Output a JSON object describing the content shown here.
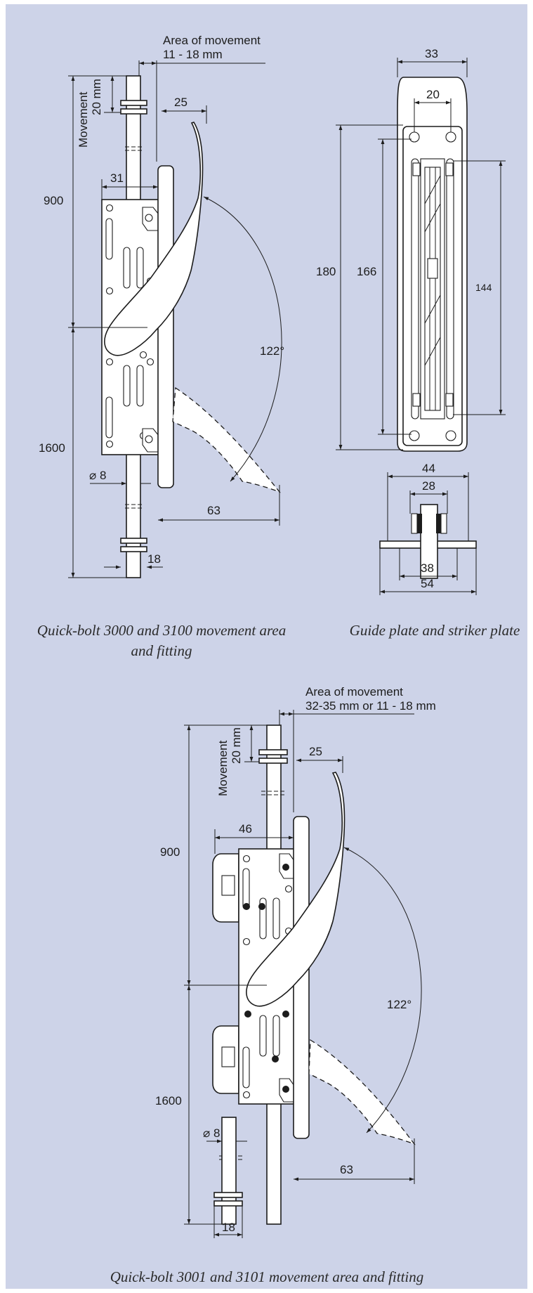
{
  "figure_top": {
    "labels": {
      "area_of_movement": "Area of movement",
      "area_range": "11 - 18 mm",
      "movement": "Movement",
      "movement_value": "20 mm",
      "d25": "25",
      "d31": "31",
      "d900": "900",
      "d1600": "1600",
      "angle": "122°",
      "d8": "⌀ 8",
      "d63": "63",
      "d18": "18"
    },
    "caption_line1": "Quick-bolt 3000 and 3100 movement area",
    "caption_line2": "and fitting"
  },
  "figure_guide": {
    "labels": {
      "d33": "33",
      "d20": "20",
      "d180": "180",
      "d166": "166",
      "d144": "144",
      "d44": "44",
      "d28": "28",
      "d38": "38",
      "d54": "54"
    },
    "caption": "Guide plate and striker plate"
  },
  "figure_bottom": {
    "labels": {
      "area_of_movement": "Area of movement",
      "area_range": "32-35 mm or 11 - 18 mm",
      "movement": "Movement",
      "movement_value": "20 mm",
      "d25": "25",
      "d46": "46",
      "d900": "900",
      "d1600": "1600",
      "angle": "122°",
      "d8": "⌀ 8",
      "d63": "63",
      "d18": "18"
    },
    "caption": "Quick-bolt 3001 and 3101 movement area and fitting"
  },
  "colors": {
    "background": "#cdd3e8",
    "line": "#1c1c1c",
    "part_fill": "#ffffff"
  }
}
